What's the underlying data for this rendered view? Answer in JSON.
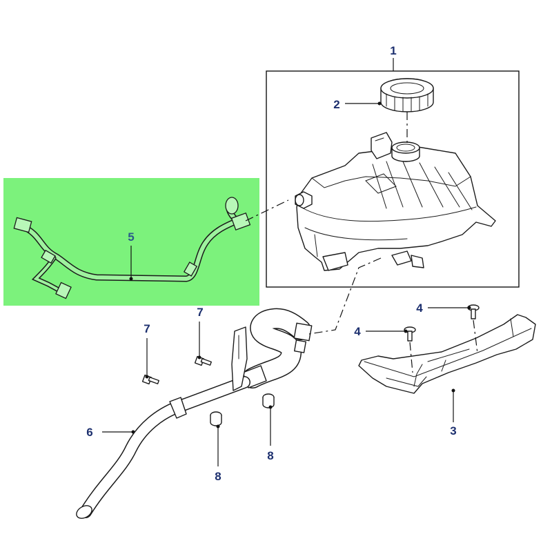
{
  "diagram": {
    "colors": {
      "highlight_fill": "#7CF27C",
      "highlight_stroke": "#1a7a1a",
      "callout_text": "#1c2f6e",
      "highlight_callout_text": "#2a5a8a",
      "line": "#111111"
    },
    "callouts": [
      {
        "id": "c1",
        "label": "1",
        "part": "expansion-tank-assembly"
      },
      {
        "id": "c2",
        "label": "2",
        "part": "filler-cap"
      },
      {
        "id": "c3",
        "label": "3",
        "part": "tank-mounting-bracket"
      },
      {
        "id": "c4a",
        "label": "4",
        "part": "bracket-bolt"
      },
      {
        "id": "c4b",
        "label": "4",
        "part": "bracket-bolt"
      },
      {
        "id": "c5",
        "label": "5",
        "part": "bleed-hose",
        "highlighted": true
      },
      {
        "id": "c6",
        "label": "6",
        "part": "coolant-pipe"
      },
      {
        "id": "c7a",
        "label": "7",
        "part": "pipe-bolt"
      },
      {
        "id": "c7b",
        "label": "7",
        "part": "pipe-bolt"
      },
      {
        "id": "c8a",
        "label": "8",
        "part": "grommet"
      },
      {
        "id": "c8b",
        "label": "8",
        "part": "grommet"
      }
    ]
  }
}
